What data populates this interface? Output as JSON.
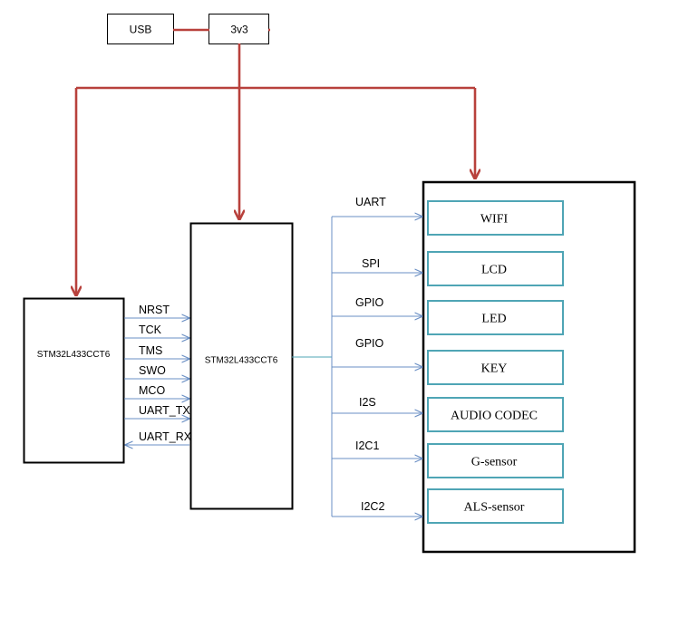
{
  "colors": {
    "power_line": "#b8413c",
    "signal_line": "#6a8fc4",
    "peripheral_border": "#4fa5b5",
    "link_line": "#4fa5b5"
  },
  "power": {
    "usb_label": "USB",
    "regulator_label": "3v3"
  },
  "debugger_mcu": {
    "label": "STM32L433CCT6"
  },
  "main_mcu": {
    "label": "STM32L433CCT6"
  },
  "debug_signals": [
    {
      "label": "NRST",
      "direction": "to-main"
    },
    {
      "label": "TCK",
      "direction": "to-main"
    },
    {
      "label": "TMS",
      "direction": "to-main"
    },
    {
      "label": "SWO",
      "direction": "to-main"
    },
    {
      "label": "MCO",
      "direction": "to-main"
    },
    {
      "label": "UART_TX",
      "direction": "to-main"
    },
    {
      "label": "UART_RX",
      "direction": "to-debugger"
    }
  ],
  "peripherals": [
    {
      "bus": "UART",
      "name": "WIFI"
    },
    {
      "bus": "SPI",
      "name": "LCD"
    },
    {
      "bus": "GPIO",
      "name": "LED"
    },
    {
      "bus": "GPIO",
      "name": "KEY"
    },
    {
      "bus": "I2S",
      "name": "AUDIO CODEC"
    },
    {
      "bus": "I2C1",
      "name": "G-sensor"
    },
    {
      "bus": "I2C2",
      "name": "ALS-sensor"
    }
  ]
}
